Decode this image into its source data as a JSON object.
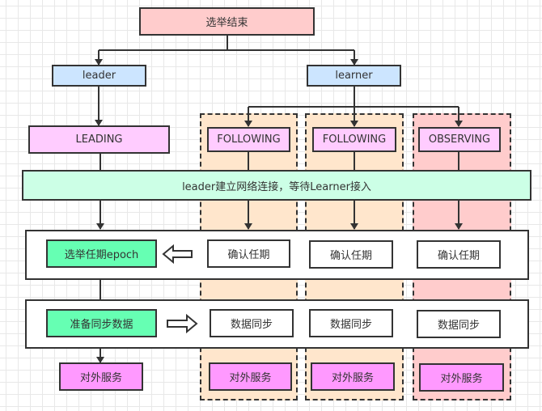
{
  "colors": {
    "top": "#ffcccc",
    "role": "#cce5ff",
    "state": "#ffccff",
    "network": "#ccffe6",
    "leader_step": "#66ffb3",
    "service": "#ff99ff",
    "follower_container": "#ffe6cc",
    "observer_container": "#ffcccc",
    "stroke": "#333333"
  },
  "nodes": {
    "election_end": "选举结束",
    "leader": "leader",
    "learner": "learner",
    "leading": "LEADING",
    "following_1": "FOLLOWING",
    "following_2": "FOLLOWING",
    "observing": "OBSERVING",
    "network": "leader建立网络连接，等待Learner接入",
    "elect_epoch": "选举任期epoch",
    "confirm_epoch_1": "确认任期",
    "confirm_epoch_2": "确认任期",
    "confirm_epoch_3": "确认任期",
    "prepare_sync": "准备同步数据",
    "data_sync_1": "数据同步",
    "data_sync_2": "数据同步",
    "data_sync_3": "数据同步",
    "serve_leader": "对外服务",
    "serve_1": "对外服务",
    "serve_2": "对外服务",
    "serve_3": "对外服务"
  }
}
